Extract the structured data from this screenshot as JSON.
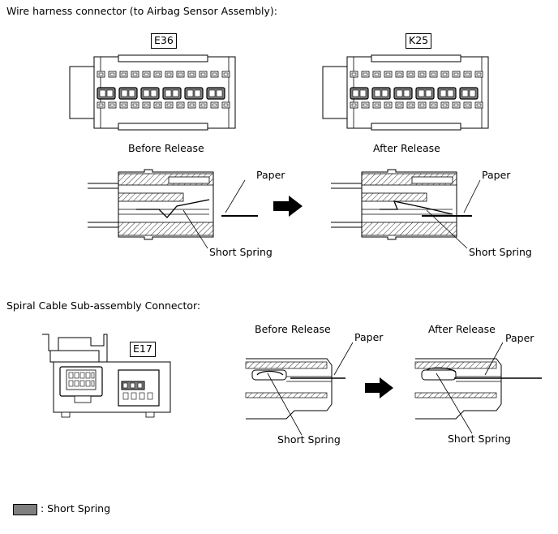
{
  "section1": {
    "title": "Wire harness connector (to Airbag Sensor Assembly):",
    "left": {
      "tag": "E36",
      "caption": "Before Release",
      "paper": "Paper",
      "spring": "Short Spring"
    },
    "right": {
      "tag": "K25",
      "caption": "After Release",
      "paper": "Paper",
      "spring": "Short Spring"
    }
  },
  "section2": {
    "title": "Spiral Cable Sub-assembly Connector:",
    "tag": "E17",
    "before": {
      "caption": "Before Release",
      "paper": "Paper",
      "spring": "Short Spring"
    },
    "after": {
      "caption": "After Release",
      "paper": "Paper",
      "spring": "Short Spring"
    }
  },
  "legend": {
    "label": ": Short Spring",
    "swatch_color": "#7f7f7f"
  }
}
